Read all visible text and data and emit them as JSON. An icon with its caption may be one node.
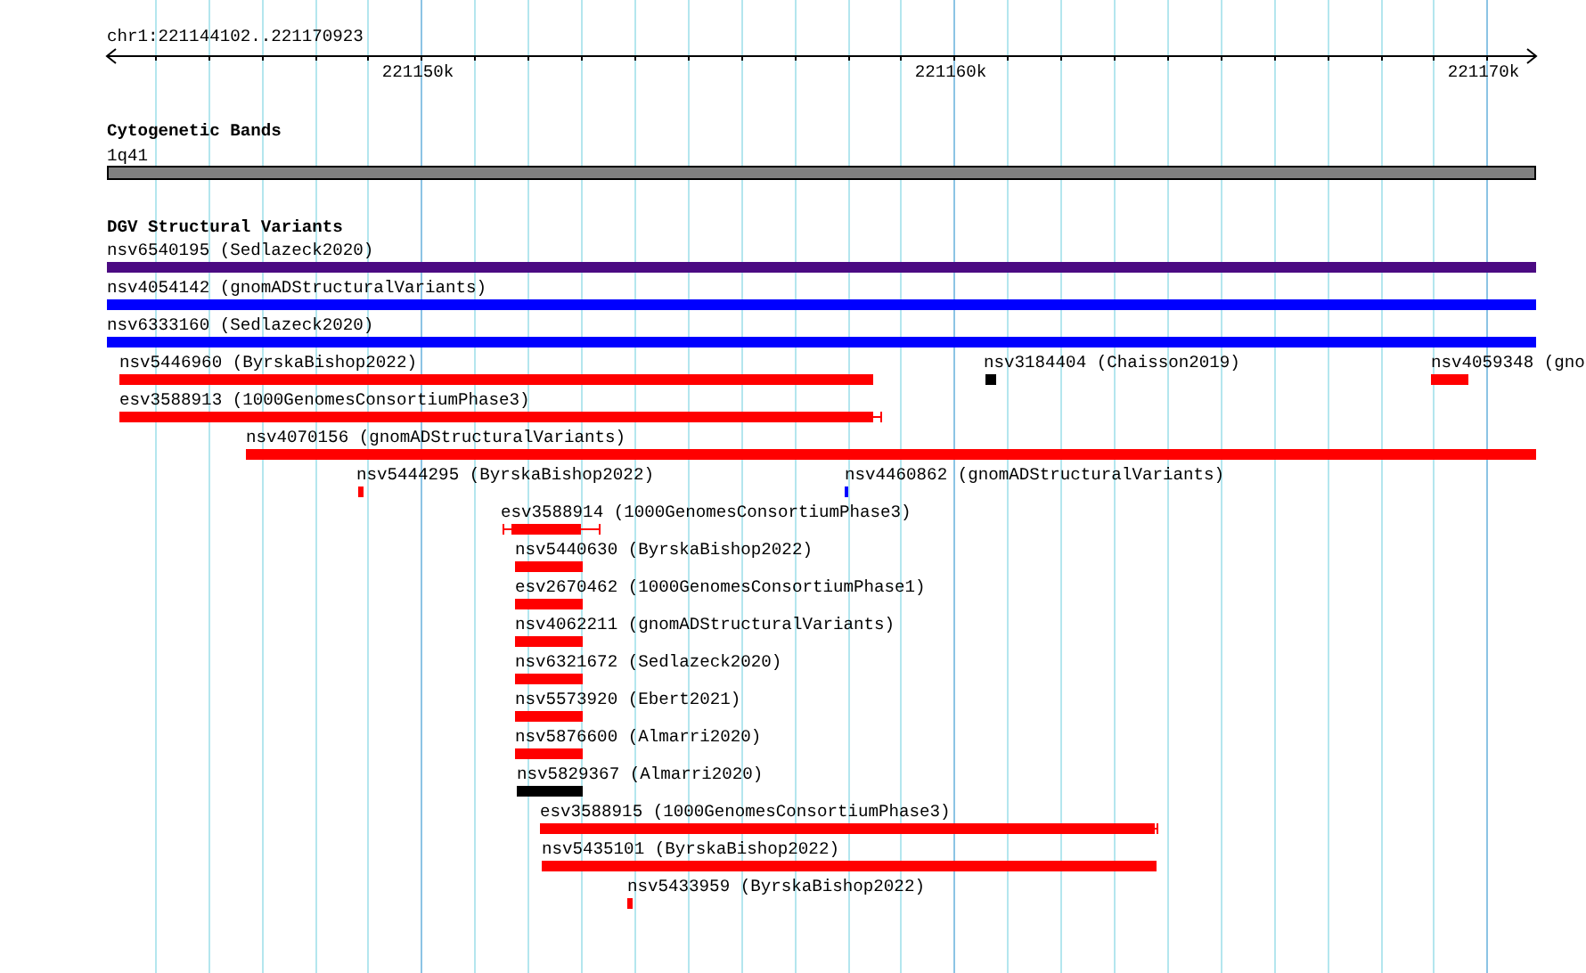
{
  "diagram": {
    "title": "chr1:221144102..221170923",
    "nodes": [
      {
        "text": [
          "1q41"
        ]
      },
      {
        "text": [
          "nsv6540195 (Sedlazeck2020)"
        ]
      },
      {
        "text": [
          "nsv4054142 (gnomADStructuralVariants)"
        ]
      },
      {
        "text": [
          "nsv6333160 (Sedlazeck2020)"
        ]
      },
      {
        "text": [
          "nsv5446960 (ByrskaBishop2022)"
        ]
      },
      {
        "text": [
          "nsv3184404 (Chaisson2019)"
        ]
      },
      {
        "text": [
          "nsv4059348 (gno"
        ]
      },
      {
        "text": [
          "esv3588913 (1000GenomesConsortiumPhase3)"
        ]
      },
      {
        "text": [
          "nsv4070156 (gnomADStructuralVariants)"
        ]
      },
      {
        "text": [
          "nsv5444295 (ByrskaBishop2022)"
        ]
      },
      {
        "text": [
          "nsv4460862 (gnomADStructuralVariants)"
        ]
      },
      {
        "text": [
          "esv3588914 (1000GenomesConsortiumPhase3)"
        ]
      },
      {
        "text": [
          "nsv5440630 (ByrskaBishop2022)"
        ]
      },
      {
        "text": [
          "esv2670462 (1000GenomesConsortiumPhase1)"
        ]
      },
      {
        "text": [
          "nsv4062211 (gnomADStructuralVariants)"
        ]
      },
      {
        "text": [
          "nsv6321672 (Sedlazeck2020)"
        ]
      },
      {
        "text": [
          "nsv5573920 (Ebert2021)"
        ]
      },
      {
        "text": [
          "nsv5876600 (Almarri2020)"
        ]
      },
      {
        "text": [
          "nsv5829367 (Almarri2020)"
        ]
      },
      {
        "text": [
          "esv3588915 (1000GenomesConsortiumPhase3)"
        ]
      },
      {
        "text": [
          "nsv5435101 (ByrskaBishop2022)"
        ]
      },
      {
        "text": [
          "nsv5433959 (ByrskaBishop2022)"
        ]
      }
    ],
    "labels": [
      "221150k",
      "221160k",
      "221170k",
      "Cytogenetic Bands",
      "DGV Structural Variants"
    ]
  }
}
